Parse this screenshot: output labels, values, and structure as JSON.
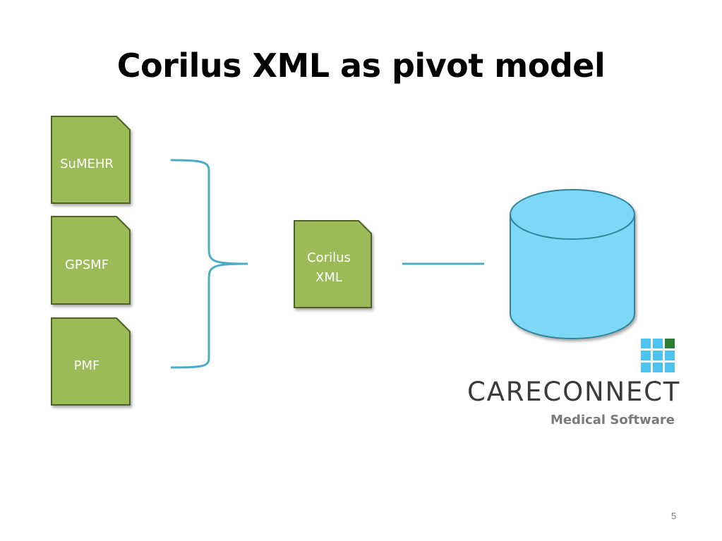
{
  "slide": {
    "title": "Corilus XML as pivot model",
    "page_number": "5"
  },
  "diagram": {
    "sources": [
      "SuMEHR",
      "GPSMF",
      "PMF"
    ],
    "pivot": {
      "line1": "Corilus",
      "line2": "XML"
    },
    "colors": {
      "document_fill": "#9bbb59",
      "document_stroke": "#4f6228",
      "connector": "#4bacc6",
      "database_fill": "#7fd7f7",
      "database_stroke": "#31849b"
    }
  },
  "logo": {
    "name": "CARECONNECT",
    "tagline": "Medical Software",
    "grid_colors": {
      "blue": "#4fc3f0",
      "green": "#2e7d32"
    }
  }
}
